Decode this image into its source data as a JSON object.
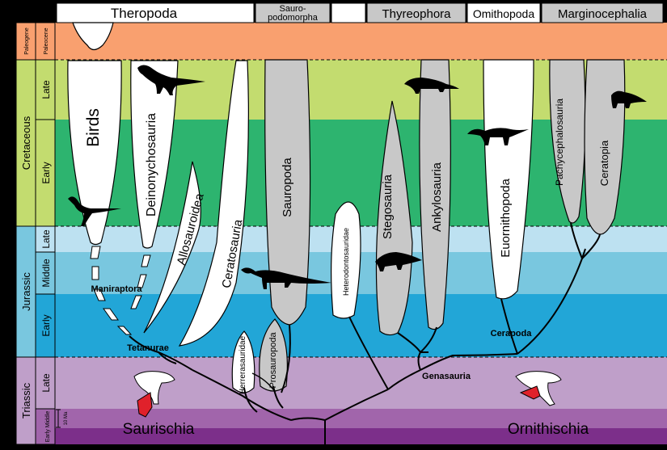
{
  "groups": {
    "theropoda": "Theropoda",
    "sauropodomorpha_1": "Sauro-",
    "sauropodomorpha_2": "podomorpha",
    "thyreophora": "Thyreophora",
    "ornithopoda": "Omithopoda",
    "marginocephalia": "Marginocephalia"
  },
  "periods": {
    "paleogene": "Paleogene",
    "cretaceous": "Cretaceous",
    "jurassic": "Jurassic",
    "triassic": "Triassic"
  },
  "epochs": {
    "paleocene": "Paleocene",
    "cret_late": "Late",
    "cret_early": "Early",
    "jur_late": "Late",
    "jur_middle": "Middle",
    "jur_early": "Early",
    "tri_late": "Late",
    "tri_early_middle": "Early Middle",
    "scale_note": "10 Ma"
  },
  "clades": {
    "birds": "Birds",
    "deinonychosauria": "Deinonychosauria",
    "allosauroidea": "Allosauroidea",
    "ceratosauria": "Ceratosauria",
    "sauropoda": "Sauropoda",
    "herrerasauridae": "Herrerasauridae",
    "prosauropoda": "Prosauropoda",
    "heterodontosauridae": "Heterodontosauridae",
    "stegosauria": "Stegosauria",
    "ankylosauria": "Ankylosauria",
    "euornithopoda": "Euornithopoda",
    "pachycephalosauria": "Pachycephalosauria",
    "ceratopia": "Ceratopia"
  },
  "nodes": {
    "maniraptora": "Maniraptora",
    "tetanurae": "Tetanurae",
    "cerapoda": "Cerapoda",
    "genasauria": "Genasauria"
  },
  "orders": {
    "saurischia": "Saurischia",
    "ornithischia": "Ornithischia"
  },
  "colors": {
    "paleogene": "#f9a06f",
    "cret_late": "#c3dc6f",
    "cret_early": "#2db46f",
    "jur_late": "#bde1f1",
    "jur_middle": "#79c7df",
    "jur_early": "#22a6d7",
    "tri_late": "#bf9fc9",
    "tri_middle": "#a165ab",
    "tri_early": "#7c2f8a"
  }
}
